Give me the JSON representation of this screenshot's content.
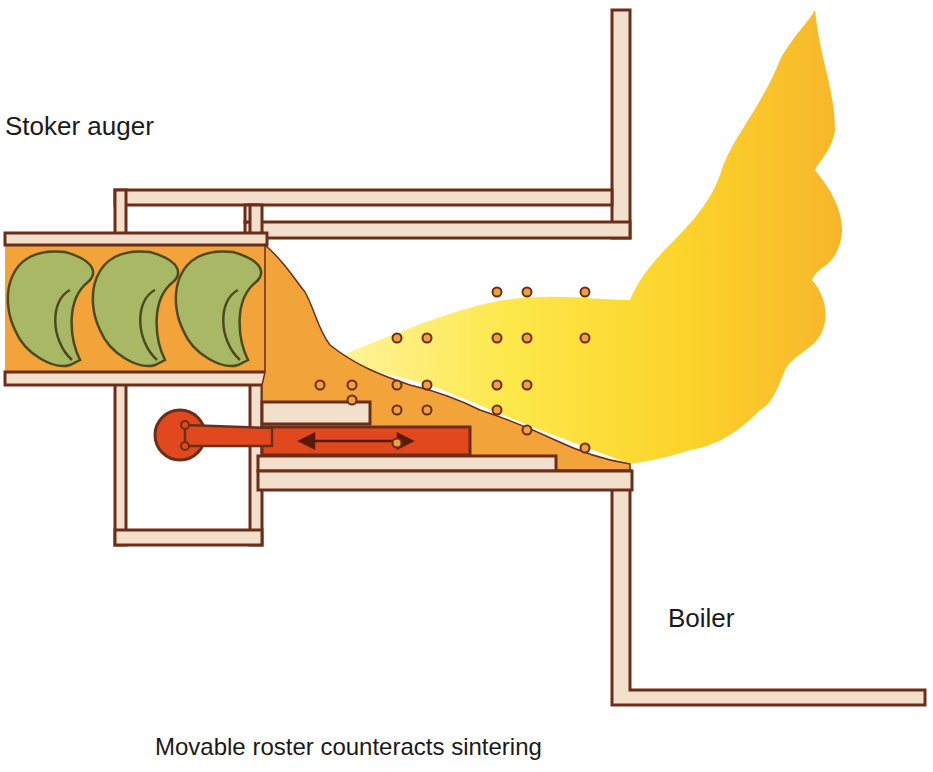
{
  "diagram": {
    "caption": "Movable roster counteracts sintering",
    "labels": [
      "Stoker auger",
      "Boiler"
    ]
  }
}
